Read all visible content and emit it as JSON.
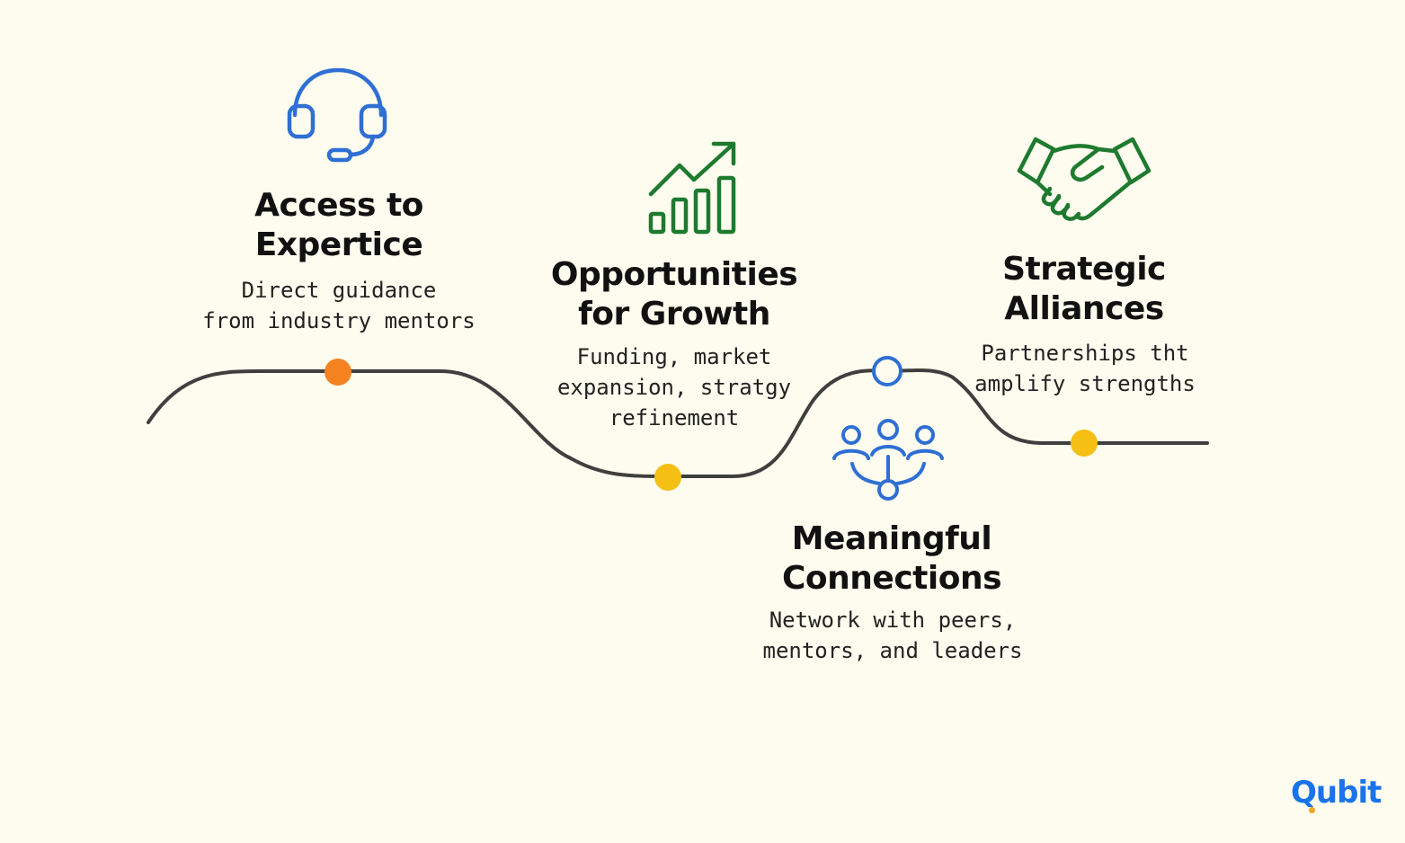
{
  "colors": {
    "background": "#fdfcee",
    "path": "#3f3f3f",
    "orange": "#f58220",
    "yellow": "#f5c013",
    "blue": "#2f6fd4",
    "green": "#1e7a2f"
  },
  "stages": [
    {
      "title_lines": [
        "Access to",
        "Expertice"
      ],
      "desc_lines": [
        "Direct guidance",
        "from industry mentors"
      ],
      "icon": "headset-icon",
      "marker": "orange"
    },
    {
      "title_lines": [
        "Opportunities",
        "for Growth"
      ],
      "desc_lines": [
        "Funding, market",
        "expansion, stratgy",
        "refinement"
      ],
      "icon": "growth-chart-icon",
      "marker": "yellow"
    },
    {
      "title_lines": [
        "Meaningful",
        "Connections"
      ],
      "desc_lines": [
        "Network with peers,",
        "mentors, and leaders"
      ],
      "icon": "network-people-icon",
      "marker": "blue-outline"
    },
    {
      "title_lines": [
        "Strategic",
        "Alliances"
      ],
      "desc_lines": [
        "Partnerships tht",
        "amplify strengths"
      ],
      "icon": "handshake-icon",
      "marker": "yellow"
    }
  ],
  "brand": {
    "name": "Qubit"
  }
}
